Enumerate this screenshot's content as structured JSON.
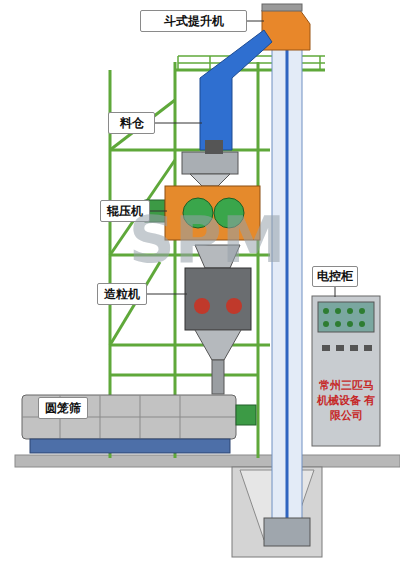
{
  "diagram": {
    "nodes": [
      {
        "text": [
          "斗式提升机"
        ]
      },
      {
        "text": [
          "料仓"
        ]
      },
      {
        "text": [
          "辊压机"
        ]
      },
      {
        "text": [
          "造粒机"
        ]
      },
      {
        "text": [
          "电控柜"
        ]
      },
      {
        "text": [
          "圆笼筛"
        ]
      }
    ],
    "edges": [],
    "labels": [
      "常州三匹马 机械设备 有限公司",
      "SPM"
    ]
  }
}
